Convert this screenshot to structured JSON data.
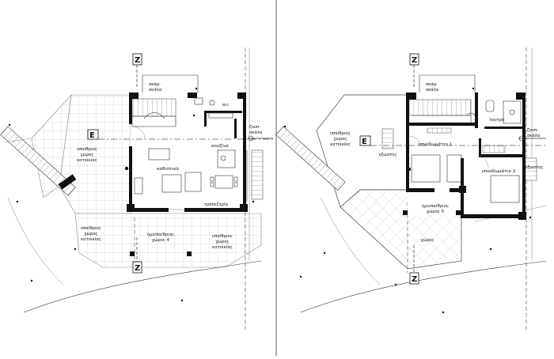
{
  "colors": {
    "background": "#ffffff",
    "wall": "#111111",
    "divider": "#9a9a9a",
    "grid_line": "#b9b9b9"
  },
  "ground_floor": {
    "section_marks": [
      "Z",
      "Z",
      "E"
    ],
    "rooms": {
      "outdoor_left": [
        "υπαίθριος",
        "χώρος",
        "κατοικίας"
      ],
      "outdoor_bottom_left": [
        "υπαίθριος",
        "χώρος",
        "κατοικίας"
      ],
      "wc": "w.c",
      "kitchen": "κουζίνα",
      "living_room": "καθιστικό",
      "dining": "τραπεζαρία",
      "semi_outdoor": [
        "ημιυπαίθριος",
        "χώρος 4"
      ],
      "outdoor_bottom_right": [
        "υπαίθριος",
        "χώρος",
        "κατοικίας"
      ]
    },
    "annotations": [
      "σκάρ-",
      "σκάλα",
      "ζουπ-",
      "σκάλα"
    ]
  },
  "upper_floor": {
    "section_marks": [
      "Z",
      "Z",
      "E"
    ],
    "rooms": {
      "outdoor_left": [
        "υπαίθριος",
        "χώρος",
        "κατοικίας"
      ],
      "bathroom": "λουτρό",
      "bedroom_1": "υπνοδωμάτιο 1",
      "bedroom_2": "υπνοδωμάτιο 2",
      "semi_outdoor": [
        "ημιυπαίθριος",
        "χώρος 5"
      ],
      "space": "χώρος",
      "balcony_1": "εξώστης",
      "balcony_2": "εξώστης"
    },
    "annotations": [
      "σκάρ-",
      "σκάλα",
      "ζουπ-",
      "σκάλα"
    ]
  }
}
